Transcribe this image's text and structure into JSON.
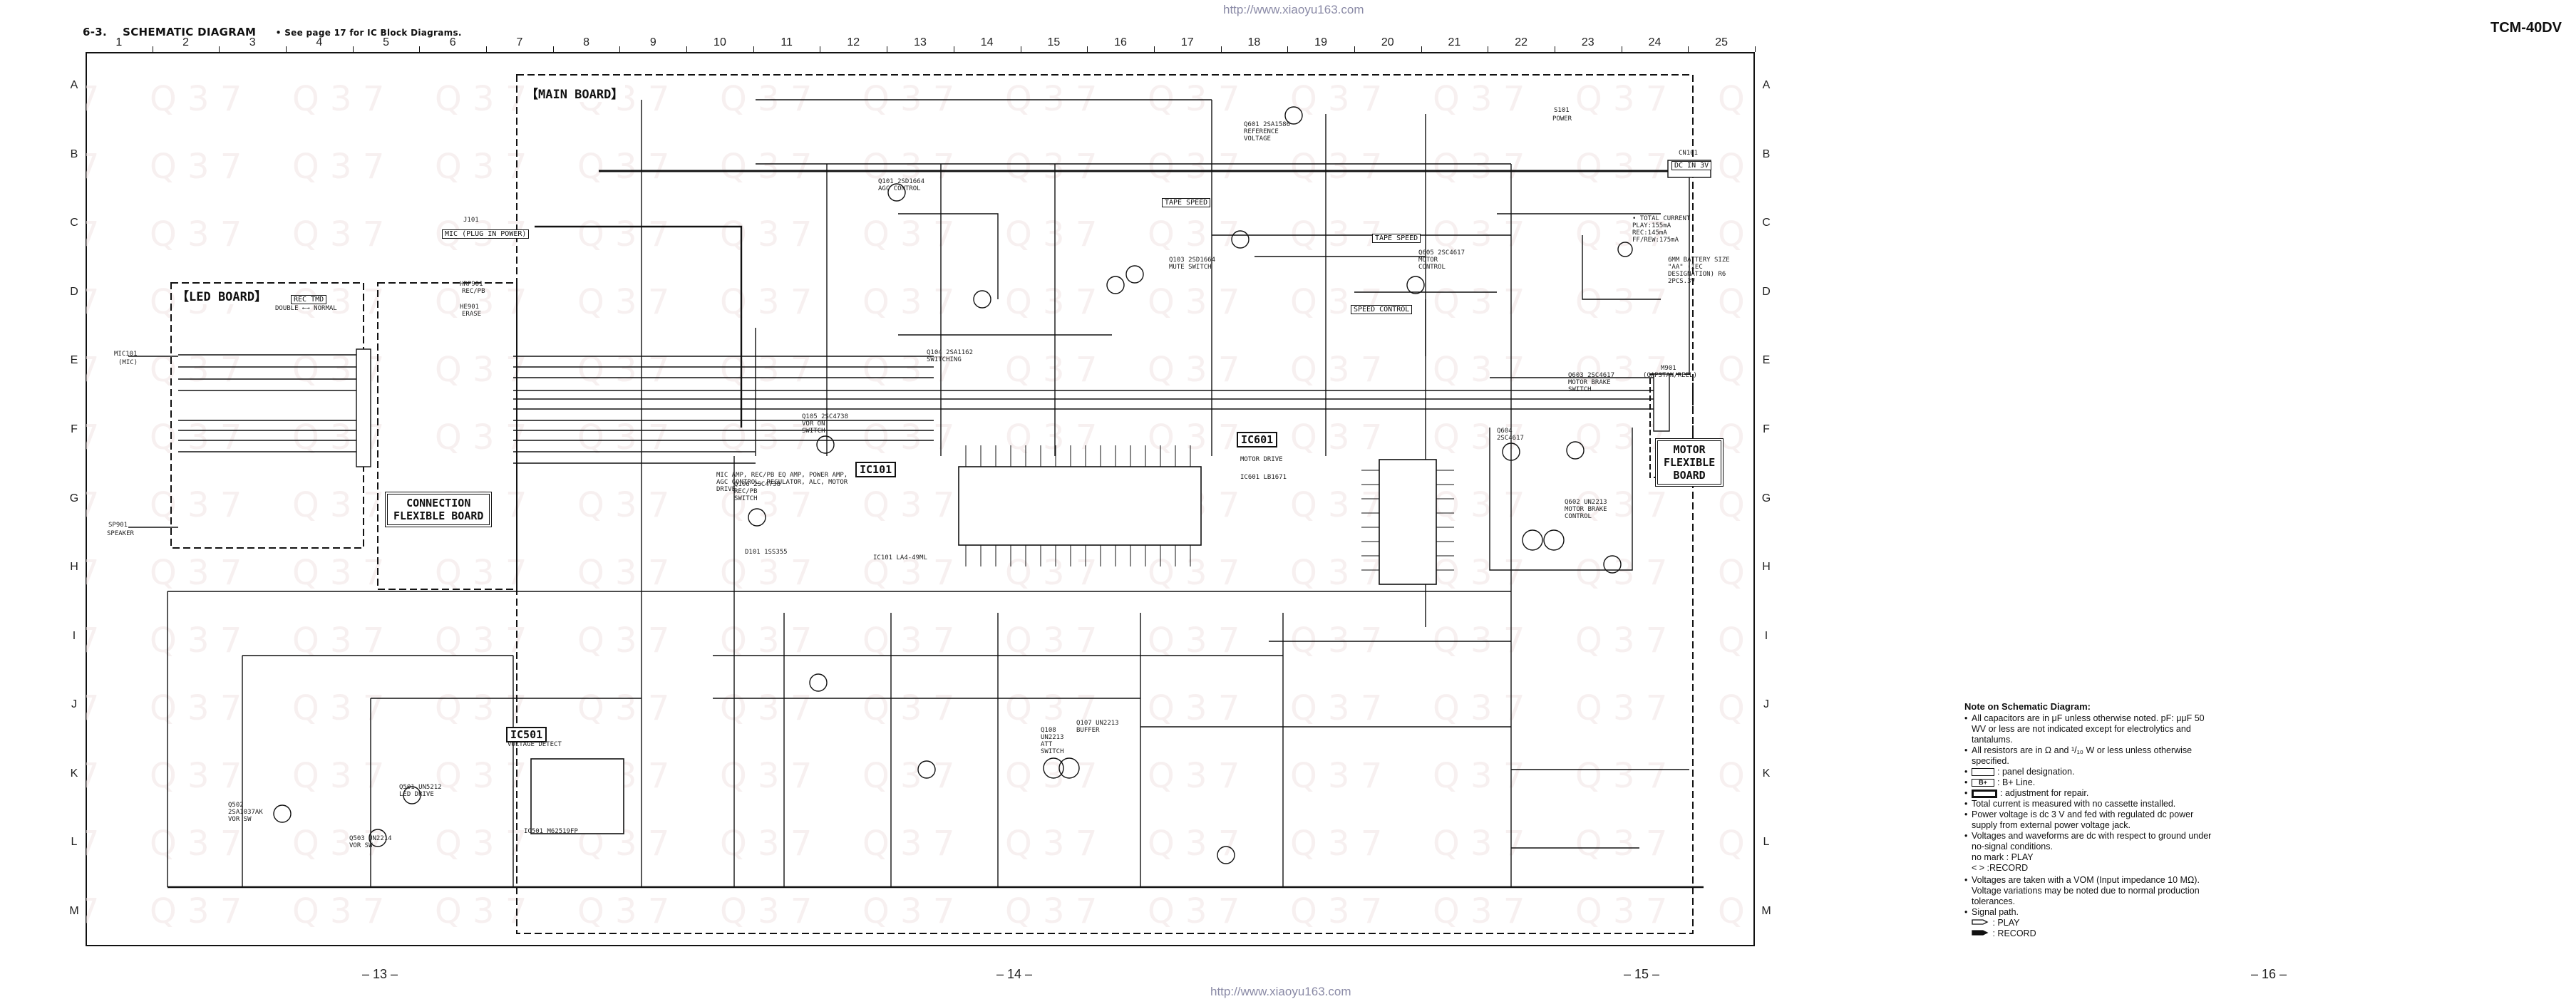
{
  "header": {
    "section": "6-3.",
    "title": "SCHEMATIC  DIAGRAM",
    "note": "• See page 17 for IC Block Diagrams.",
    "url_top": "http://www.xiaoyu163.com",
    "url_bottom": "http://www.xiaoyu163.com",
    "model": "TCM-40DV"
  },
  "grid": {
    "columns": [
      "1",
      "2",
      "3",
      "4",
      "5",
      "6",
      "7",
      "8",
      "9",
      "10",
      "11",
      "12",
      "13",
      "14",
      "15",
      "16",
      "17",
      "18",
      "19",
      "20",
      "21",
      "22",
      "23",
      "24",
      "25"
    ],
    "rows": [
      "A",
      "B",
      "C",
      "D",
      "E",
      "F",
      "G",
      "H",
      "I",
      "J",
      "K",
      "L",
      "M"
    ]
  },
  "pages": [
    "– 13 –",
    "– 14 –",
    "– 15 –",
    "– 16 –"
  ],
  "boards": {
    "main": "【MAIN BOARD】",
    "led": "【LED BOARD】",
    "connection": [
      "CONNECTION",
      "FLEXIBLE BOARD"
    ],
    "motor": [
      "MOTOR",
      "FLEXIBLE",
      "BOARD"
    ]
  },
  "ics": {
    "ic101": "IC101",
    "ic601": "IC601",
    "ic501": "IC501"
  },
  "components": {
    "j101": "J101",
    "j101_desc": "MIC (PLUG IN POWER)",
    "hrp901": "HRP901",
    "hrp901_desc": "REC/PB",
    "he901": "HE901",
    "he901_desc": "ERASE",
    "mic101": "MIC101",
    "mic101_desc": "(MIC)",
    "sp901": "SP901",
    "sp901_desc": "SPEAKER",
    "cn101": "CN101",
    "cn101_desc": "DC IN 3V",
    "m901": "M901",
    "m901_desc": "(CAPSTAN/REEL)",
    "s101": "S101",
    "s101_desc": "POWER",
    "battery": "6MM BATTERY SIZE \"AA\" (IEC DESIGNATION) R6 2PCS.3V",
    "total_current": "• TOTAL CURRENT PLAY:155mA REC:145mA FF/REW:175mA",
    "q101": "Q101 2SD1664 AGC CONTROL",
    "q103": "Q103 2SD1664 MUTE SWITCH",
    "q104": "Q104 2SA1162 SWITCHING",
    "q105": "Q105 2SC4738 VOR ON SWITCH",
    "q106": "Q106 2SC4738 REC/PB SWITCH",
    "q107": "Q107 UN2213 BUFFER",
    "q108": "Q108 UN2213 ATT SWITCH",
    "q501": "Q501 UN5212 LED DRIVE",
    "q502": "Q502 2SA1037AK VOR SW",
    "q503": "Q503 UN2214 VOR SW",
    "q601": "Q601 2SA1586 REFERENCE VOLTAGE",
    "q602": "Q602 UN2213 MOTOR BRAKE CONTROL",
    "q603": "Q603 2SC4617 MOTOR BRAKE SWITCH",
    "q604": "Q604 2SC4617",
    "q605": "Q605 2SC4617 MOTOR CONTROL",
    "d101": "D101 1SS355",
    "speed_control": "SPEED CONTROL",
    "tape_speed": "TAPE SPEED",
    "rec_tmd": "REC TMD",
    "double_normal": "DOUBLE ←→ NORMAL",
    "ic101_desc": "MIC AMP, REC/PB EQ AMP, POWER AMP, AGC CONTROL, REGULATOR, ALC, MOTOR DRIVE",
    "ic101_part": "IC101 LA4-49ML",
    "ic601_desc": "MOTOR DRIVE",
    "ic601_part": "IC601 LB1671",
    "ic501_desc": "VOLTAGE DETECT",
    "ic501_part": "IC501 M62519FP"
  },
  "notes": {
    "title": "Note on Schematic Diagram:",
    "items": [
      "All capacitors are in μF unless otherwise noted.  pF: μμF 50 WV or less are not indicated except for electrolytics and tantalums.",
      "All resistors are in Ω and ¹/₁₀ W or less unless otherwise specified.",
      ": panel designation.",
      ": B+ Line.",
      ": adjustment for repair.",
      "Total current is measured with no cassette installed.",
      "Power voltage is dc 3 V and fed with regulated dc power supply from external power voltage jack.",
      "Voltages and waveforms are dc with respect to ground under no-signal conditions."
    ],
    "mode_noted": "no mark  : PLAY",
    "mode_rec": "<           > :RECORD",
    "vom_note": "Voltages are taken with a VOM (Input impedance 10 MΩ). Voltage variations may be noted due to normal production tolerances.",
    "signal_path": "Signal path.",
    "play": ": PLAY",
    "record": ": RECORD",
    "bplus_symbol": "B+"
  },
  "colors": {
    "ink": "#111111",
    "watermark": "#e8c4c4",
    "url": "#8a8aa6"
  }
}
